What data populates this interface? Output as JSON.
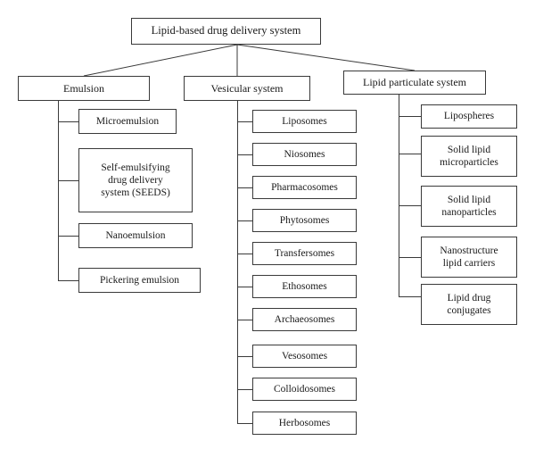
{
  "diagram": {
    "title": "Lipid-based drug delivery system",
    "root": {
      "label": "Lipid-based drug delivery system"
    },
    "branches": [
      {
        "key": "emulsion",
        "label": "Emulsion",
        "children": [
          {
            "label": "Microemulsion"
          },
          {
            "label": "Self-emulsifying\ndrug delivery\nsystem (SEEDS)"
          },
          {
            "label": "Nanoemulsion"
          },
          {
            "label": "Pickering emulsion"
          }
        ]
      },
      {
        "key": "vesicular-system",
        "label": "Vesicular system",
        "children": [
          {
            "label": "Liposomes"
          },
          {
            "label": "Niosomes"
          },
          {
            "label": "Pharmacosomes"
          },
          {
            "label": "Phytosomes"
          },
          {
            "label": "Transfersomes"
          },
          {
            "label": "Ethosomes"
          },
          {
            "label": "Archaeosomes"
          },
          {
            "label": "Vesosomes"
          },
          {
            "label": "Colloidosomes"
          },
          {
            "label": "Herbosomes"
          }
        ]
      },
      {
        "key": "lipid-particulate-system",
        "label": "Lipid particulate system",
        "children": [
          {
            "label": "Lipospheres"
          },
          {
            "label": "Solid lipid\nmicroparticles"
          },
          {
            "label": "Solid lipid\nnanoparticles"
          },
          {
            "label": "Nanostructure\nlipid carriers"
          },
          {
            "label": "Lipid drug\nconjugates"
          }
        ]
      }
    ],
    "colors": {
      "box_border": "#3a3a3a",
      "connector": "#3a3a3a",
      "text": "#1a1a1a",
      "background": "#ffffff"
    }
  }
}
